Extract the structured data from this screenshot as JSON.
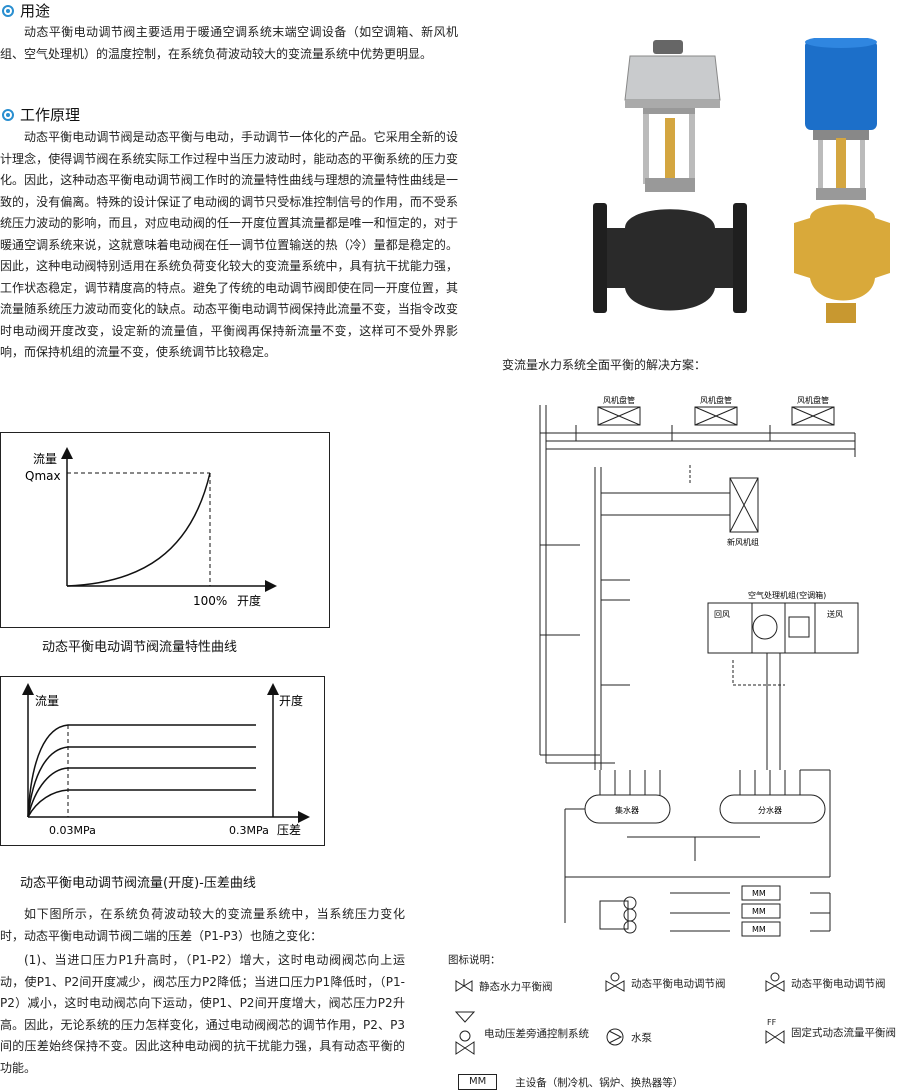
{
  "usage": {
    "heading": "用途",
    "text": "动态平衡电动调节阀主要适用于暖通空调系统末端空调设备（如空调箱、新风机组、空气处理机）的温度控制，在系统负荷波动较大的变流量系统中优势更明显。"
  },
  "principle": {
    "heading": "工作原理",
    "text": "动态平衡电动调节阀是动态平衡与电动，手动调节一体化的产品。它采用全新的设计理念，使得调节阀在系统实际工作过程中当压力波动时，能动态的平衡系统的压力变化。因此，这种动态平衡电动调节阀工作时的流量特性曲线与理想的流量特性曲线是一致的，没有偏离。特殊的设计保证了电动阀的调节只受标准控制信号的作用，而不受系统压力波动的影响，而且，对应电动阀的任一开度位置其流量都是唯一和恒定的，对于暖通空调系统来说，这就意味着电动阀在任一调节位置输送的热（冷）量都是稳定的。因此，这种电动阀特别适用在系统负荷变化较大的变流量系统中，具有抗干扰能力强，工作状态稳定，调节精度高的特点。避免了传统的电动调节阀即使在同一开度位置，其流量随系统压力波动而变化的缺点。动态平衡电动调节阀保持此流量不变，当指令改变时电动阀开度改变，设定新的流量值，平衡阀再保持新流量不变，这样可不受外界影响，而保持机组的流量不变，使系统调节比较稳定。"
  },
  "chart1": {
    "ylabel": "流量",
    "ymax_label": "Qmax",
    "x_tick": "100%",
    "xlabel": "开度",
    "caption": "动态平衡电动调节阀流量特性曲线"
  },
  "chart2": {
    "ylabel_left": "流量",
    "ylabel_right": "开度",
    "x_tick_1": "0.03MPa",
    "x_tick_2": "0.3MPa",
    "xlabel": "压差",
    "caption": "动态平衡电动调节阀流量(开度)-压差曲线"
  },
  "explain": {
    "p1": "如下图所示，在系统负荷波动较大的变流量系统中，当系统压力变化时，动态平衡电动调节阀二端的压差（P1-P3）也随之变化：",
    "p2": "(1)、当进口压力P1升高时，（P1-P2）增大，这时电动阀阀芯向上运动，使P1、P2间开度减少，阀芯压力P2降低；当进口压力P1降低时，（P1-P2）减小，这时电动阀芯向下运动，使P1、P2间开度增大，阀芯压力P2升高。因此，无论系统的压力怎样变化，通过电动阀阀芯的调节作用，P2、P3间的压差始终保持不变。因此这种电动阀的抗干扰能力强，具有动态平衡的功能。"
  },
  "diagram": {
    "title": "变流量水力系统全面平衡的解决方案：",
    "fan_coil": "风机盘管",
    "fresh_air": "新风机组",
    "ahu": "空气处理机组(空调箱)",
    "return_air": "回风",
    "supply_air": "送风",
    "collector": "集水器",
    "distributor": "分水器",
    "mm": "MM"
  },
  "legend": {
    "title": "图标说明：",
    "static_valve": "静态水力平衡阀",
    "dyn_valve_1": "动态平衡电动调节阀",
    "dyn_valve_2": "动态平衡电动调节阀",
    "bypass": "电动压差旁通控制系统",
    "pump": "水泵",
    "fixed_valve": "固定式动态流量平衡阀",
    "ff": "FF",
    "mm": "MM",
    "main_equipment": "主设备（制冷机、锅炉、换热器等）"
  }
}
